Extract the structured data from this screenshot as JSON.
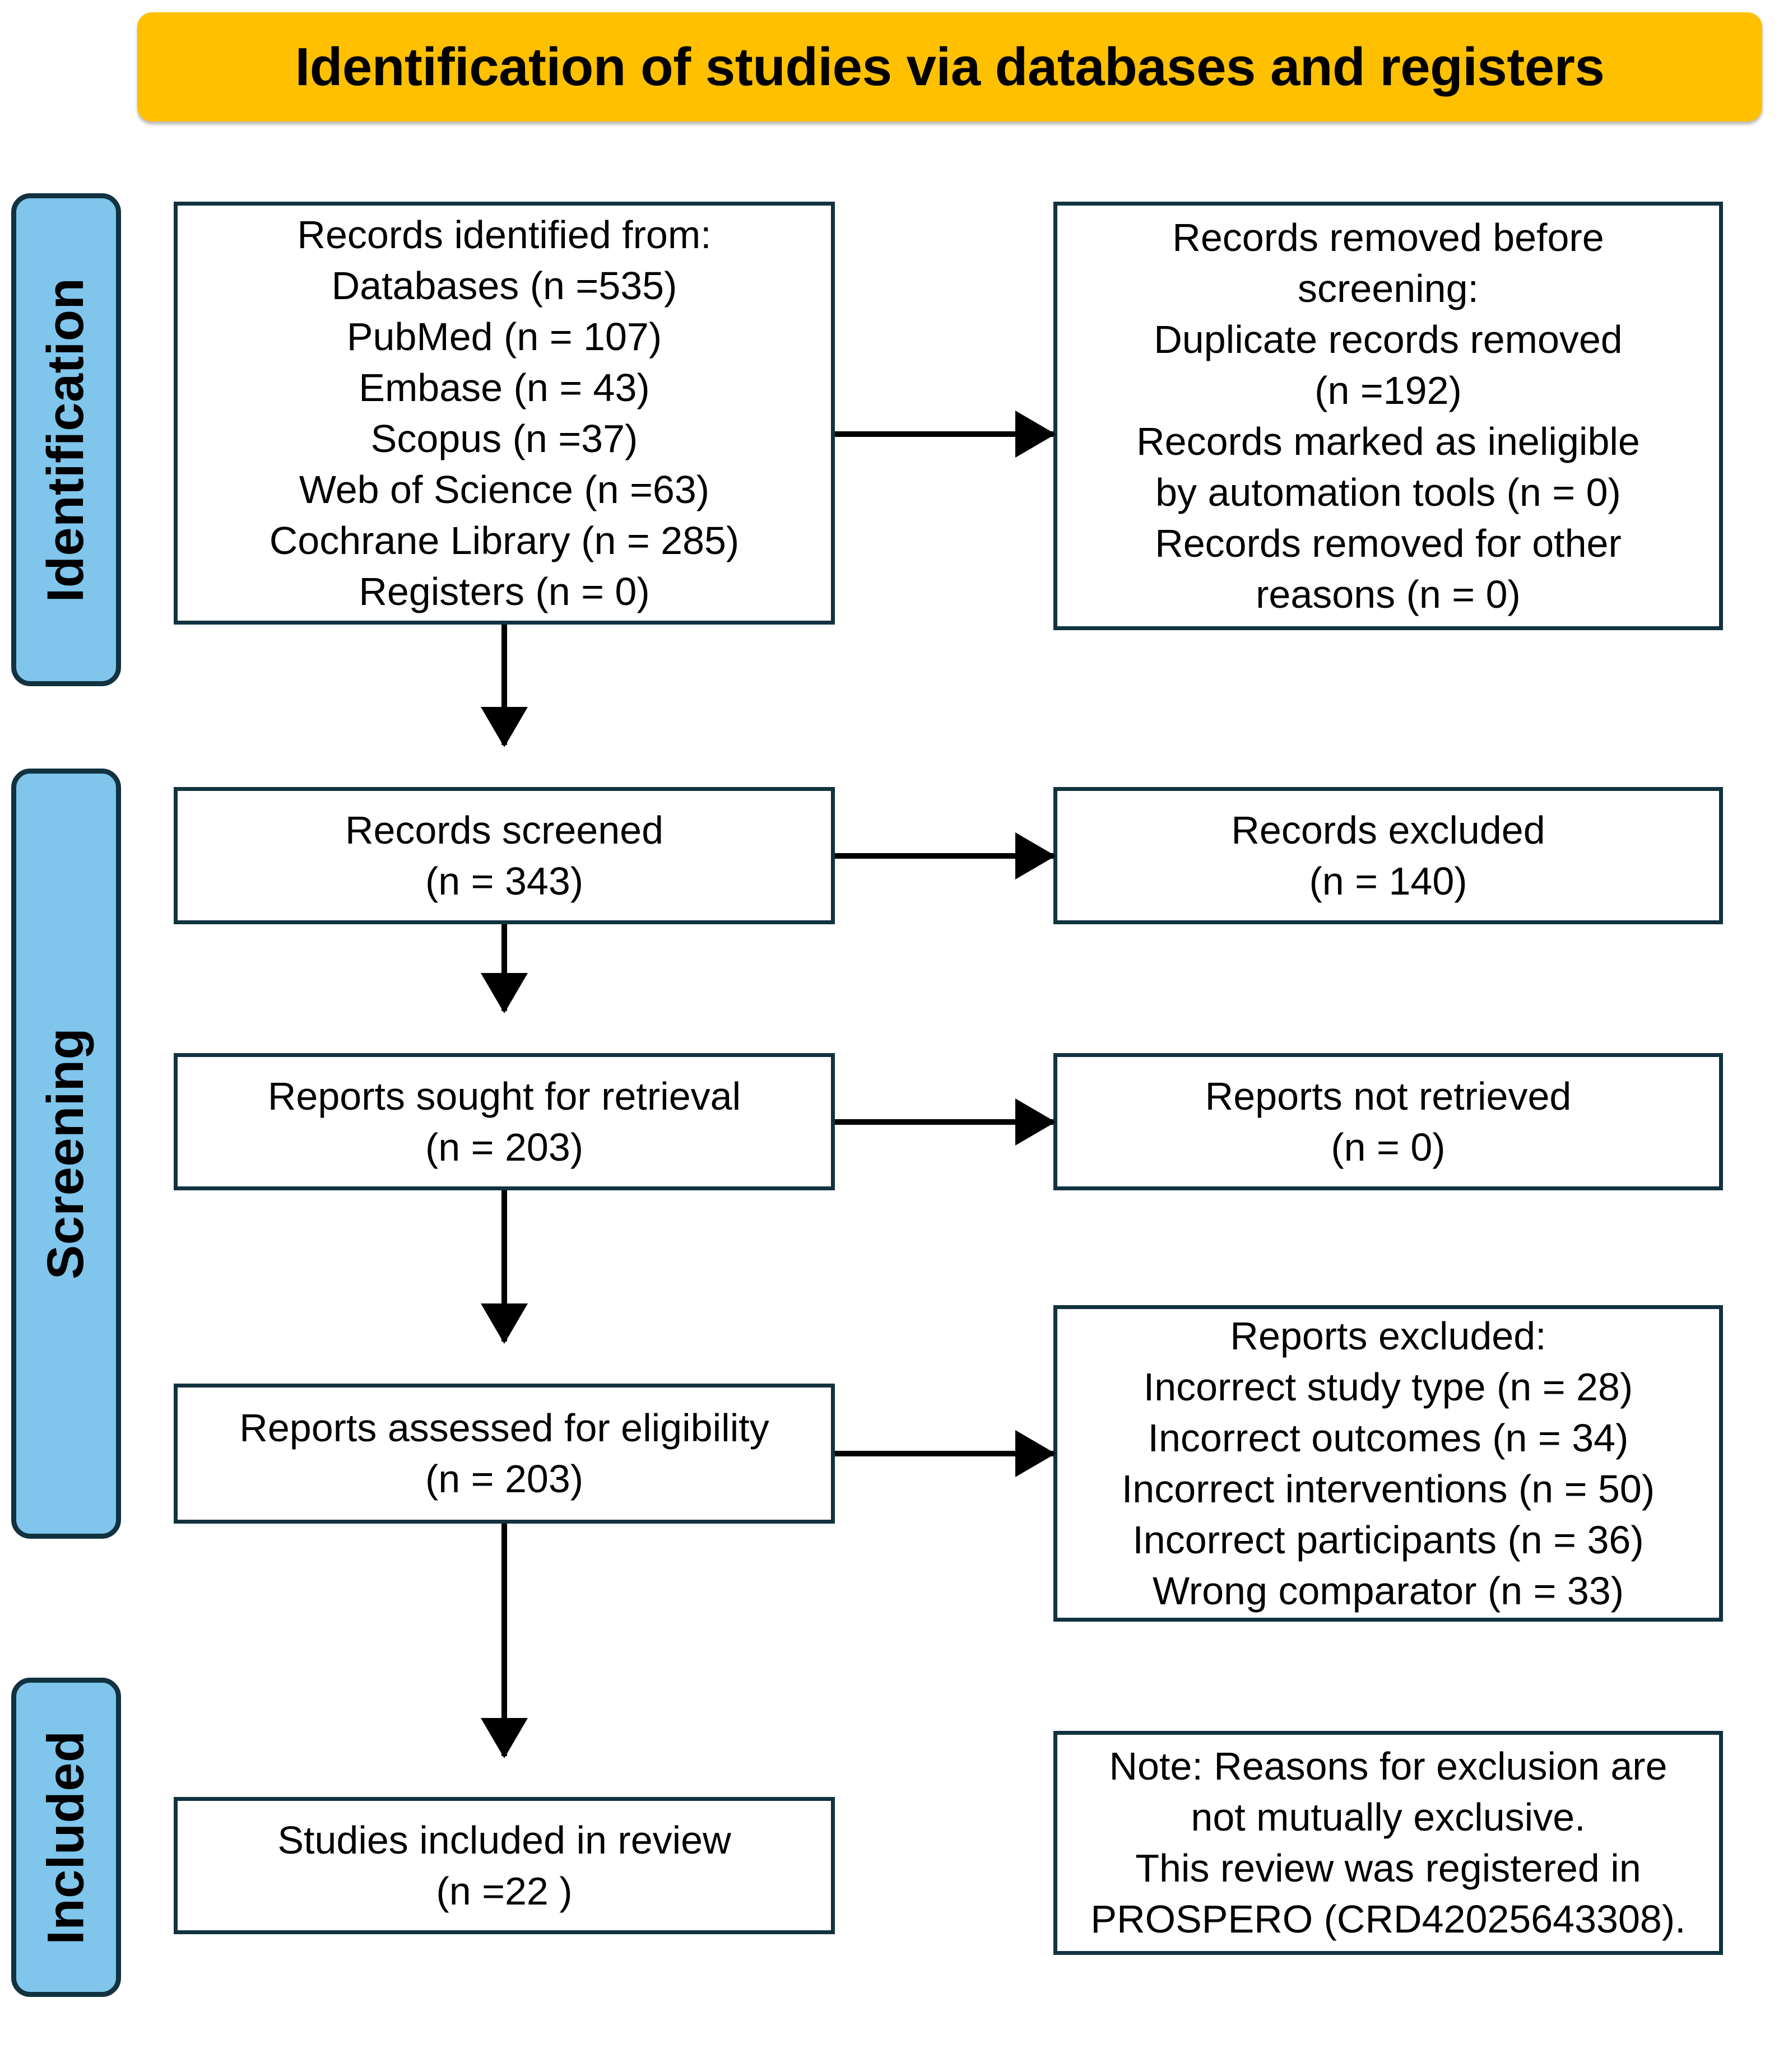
{
  "banner": {
    "title": "Identification of studies via databases and registers",
    "color": "#FFC000"
  },
  "phases": {
    "identification": "Identification",
    "screening": "Screening",
    "included": "Included",
    "color": "#7FC5EC",
    "border_color": "#12323F"
  },
  "boxes": {
    "identified": {
      "lines": [
        "Records identified from:",
        "Databases (n =535)",
        "PubMed (n = 107)",
        "Embase (n = 43)",
        "Scopus (n =37)",
        "Web of Science (n =63)",
        "Cochrane Library (n = 285)",
        "Registers (n = 0)"
      ]
    },
    "removed": {
      "lines": [
        "Records removed before",
        "screening:",
        "Duplicate records removed",
        "(n =192)",
        "Records marked as ineligible",
        "by automation tools (n = 0)",
        "Records removed for other",
        "reasons (n = 0)"
      ]
    },
    "screened": {
      "lines": [
        "Records screened",
        "(n = 343)"
      ]
    },
    "excluded": {
      "lines": [
        "Records excluded",
        "(n = 140)"
      ]
    },
    "sought": {
      "lines": [
        "Reports sought for retrieval",
        "(n = 203)"
      ]
    },
    "not_retrieved": {
      "lines": [
        "Reports not retrieved",
        "(n = 0)"
      ]
    },
    "assessed": {
      "lines": [
        "Reports assessed for eligibility",
        "(n = 203)"
      ]
    },
    "reports_excluded": {
      "lines": [
        "Reports excluded:",
        "Incorrect study type (n = 28)",
        "Incorrect outcomes (n = 34)",
        "Incorrect interventions (n = 50)",
        "Incorrect participants (n = 36)",
        "Wrong comparator (n = 33)"
      ]
    },
    "included_review": {
      "lines": [
        "Studies included in review",
        "(n =22 )"
      ]
    },
    "note": {
      "lines": [
        "Note: Reasons for exclusion are",
        "not mutually exclusive.",
        "This review was registered in",
        "PROSPERO (CRD42025643308)."
      ]
    }
  },
  "chart_data": {
    "type": "diagram",
    "title": "Identification of studies via databases and registers",
    "diagram_kind": "PRISMA 2020 flow diagram",
    "phases": [
      "Identification",
      "Screening",
      "Included"
    ],
    "nodes": [
      {
        "id": "identified",
        "phase": "Identification",
        "label": "Records identified from",
        "total": 535,
        "sources": [
          {
            "name": "Databases",
            "n": 535
          },
          {
            "name": "PubMed",
            "n": 107
          },
          {
            "name": "Embase",
            "n": 43
          },
          {
            "name": "Scopus",
            "n": 37
          },
          {
            "name": "Web of Science",
            "n": 63
          },
          {
            "name": "Cochrane Library",
            "n": 285
          },
          {
            "name": "Registers",
            "n": 0
          }
        ]
      },
      {
        "id": "removed",
        "phase": "Identification",
        "label": "Records removed before screening",
        "items": [
          {
            "name": "Duplicate records removed",
            "n": 192
          },
          {
            "name": "Records marked as ineligible by automation tools",
            "n": 0
          },
          {
            "name": "Records removed for other reasons",
            "n": 0
          }
        ]
      },
      {
        "id": "screened",
        "phase": "Screening",
        "label": "Records screened",
        "n": 343
      },
      {
        "id": "excluded",
        "phase": "Screening",
        "label": "Records excluded",
        "n": 140
      },
      {
        "id": "sought",
        "phase": "Screening",
        "label": "Reports sought for retrieval",
        "n": 203
      },
      {
        "id": "not_retrieved",
        "phase": "Screening",
        "label": "Reports not retrieved",
        "n": 0
      },
      {
        "id": "assessed",
        "phase": "Screening",
        "label": "Reports assessed for eligibility",
        "n": 203
      },
      {
        "id": "reports_excluded",
        "phase": "Screening",
        "label": "Reports excluded",
        "items": [
          {
            "name": "Incorrect study type",
            "n": 28
          },
          {
            "name": "Incorrect outcomes",
            "n": 34
          },
          {
            "name": "Incorrect interventions",
            "n": 50
          },
          {
            "name": "Incorrect participants",
            "n": 36
          },
          {
            "name": "Wrong comparator",
            "n": 33
          }
        ]
      },
      {
        "id": "included_review",
        "phase": "Included",
        "label": "Studies included in review",
        "n": 22
      }
    ],
    "edges": [
      {
        "from": "identified",
        "to": "removed",
        "direction": "right"
      },
      {
        "from": "identified",
        "to": "screened",
        "direction": "down"
      },
      {
        "from": "screened",
        "to": "excluded",
        "direction": "right"
      },
      {
        "from": "screened",
        "to": "sought",
        "direction": "down"
      },
      {
        "from": "sought",
        "to": "not_retrieved",
        "direction": "right"
      },
      {
        "from": "sought",
        "to": "assessed",
        "direction": "down"
      },
      {
        "from": "assessed",
        "to": "reports_excluded",
        "direction": "right"
      },
      {
        "from": "assessed",
        "to": "included_review",
        "direction": "down"
      }
    ],
    "note": "Note: Reasons for exclusion are not mutually exclusive. This review was registered in PROSPERO (CRD42025643308)."
  }
}
